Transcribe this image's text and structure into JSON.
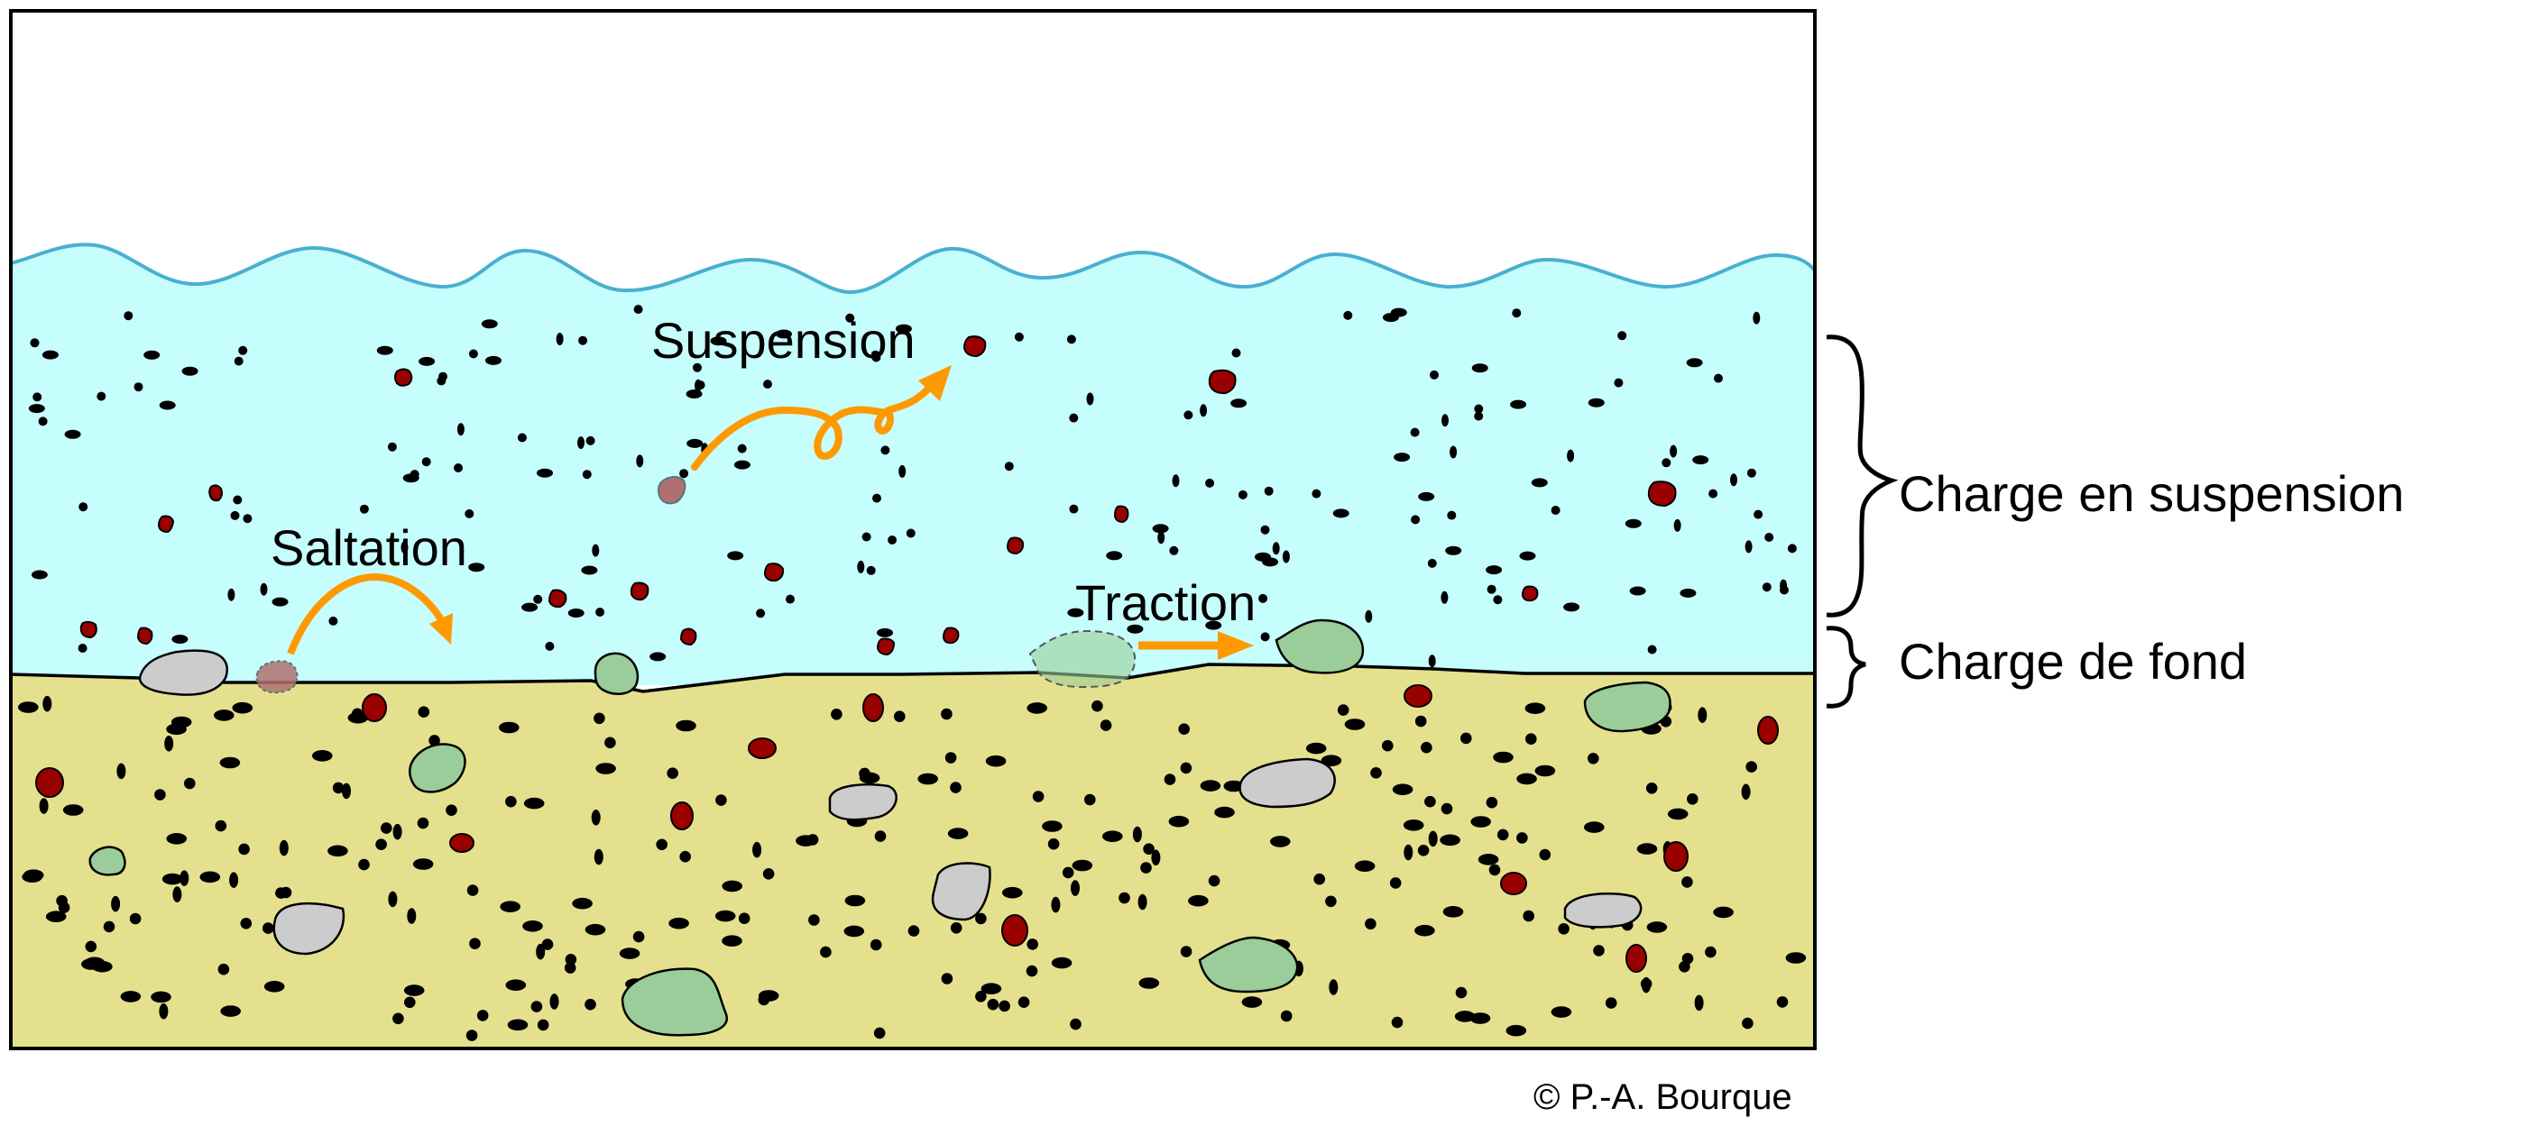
{
  "diagram": {
    "process_labels": {
      "suspension": "Suspension",
      "saltation": "Saltation",
      "traction": "Traction"
    },
    "load_labels": {
      "suspended_load": "Charge en suspension",
      "bed_load": "Charge de fond"
    },
    "credit": "© P.-A. Bourque",
    "colors": {
      "water": "#c6fdfd",
      "water_surface": "#4aafd1",
      "sediment": "#e5e08e",
      "red_grain": "#990000",
      "ghost_grain": "#b07070",
      "green_pebble": "#9acd99",
      "gray_pebble": "#cccccc",
      "arrow": "#ff9900",
      "outline": "#000000"
    }
  }
}
